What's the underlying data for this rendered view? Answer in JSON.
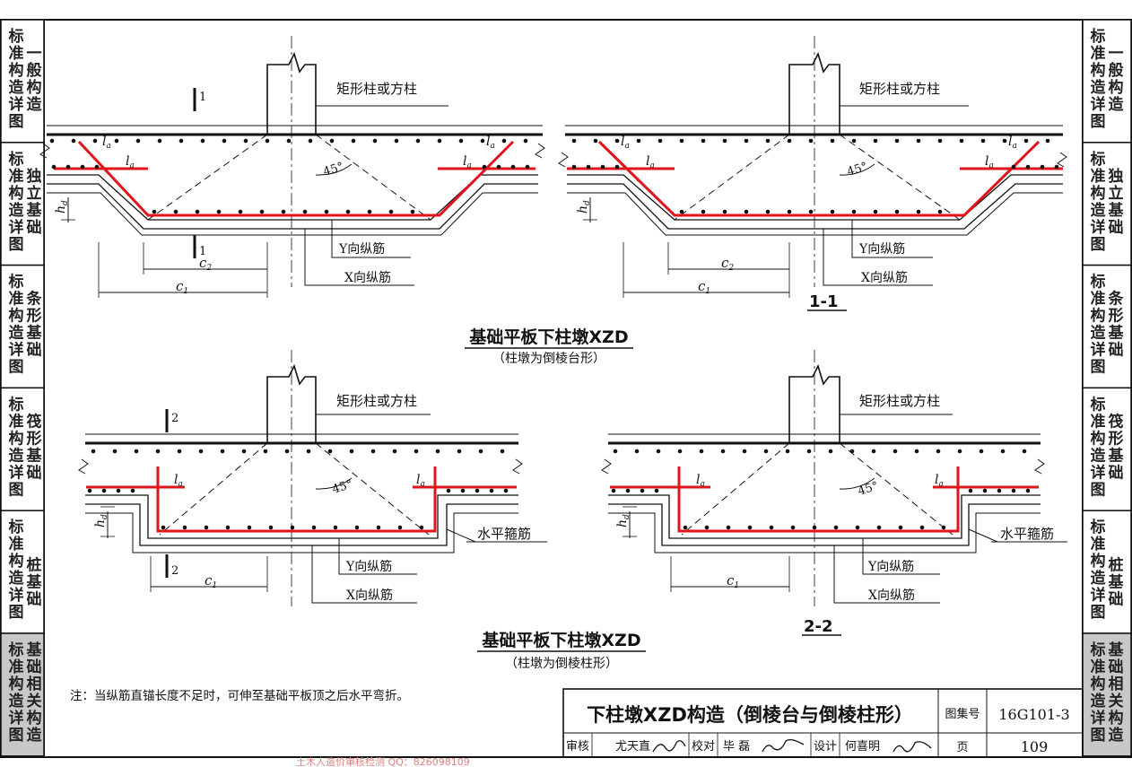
{
  "left_tabs": [
    {
      "id": "t1",
      "col_a": "标准构造详图",
      "col_b": "一般构造",
      "active": false
    },
    {
      "id": "t2",
      "col_a": "标准构造详图",
      "col_b": "独立基础",
      "active": false
    },
    {
      "id": "t3",
      "col_a": "标准构造详图",
      "col_b": "条形基础",
      "active": false
    },
    {
      "id": "t4",
      "col_a": "标准构造详图",
      "col_b": "筏形基础",
      "active": false
    },
    {
      "id": "t5",
      "col_a": "标准构造详图",
      "col_b": "桩基础",
      "active": false
    },
    {
      "id": "t6",
      "col_a": "标准构造详图",
      "col_b": "基础相关构造",
      "active": true
    }
  ],
  "right_tabs": [
    {
      "id": "r1",
      "col_a": "标准构造详图",
      "col_b": "一般构造",
      "active": false
    },
    {
      "id": "r2",
      "col_a": "标准构造详图",
      "col_b": "独立基础",
      "active": false
    },
    {
      "id": "r3",
      "col_a": "标准构造详图",
      "col_b": "条形基础",
      "active": false
    },
    {
      "id": "r4",
      "col_a": "标准构造详图",
      "col_b": "筏形基础",
      "active": false
    },
    {
      "id": "r5",
      "col_a": "标准构造详图",
      "col_b": "桩基础",
      "active": false
    },
    {
      "id": "r6",
      "col_a": "标准构造详图",
      "col_b": "基础相关构造",
      "active": true
    }
  ],
  "labels": {
    "column": "矩形柱或方柱",
    "y_bar": "Y向纵筋",
    "x_bar": "X向纵筋",
    "stirrup": "水平箍筋",
    "angle": "45°",
    "la": "l",
    "la_sub": "a",
    "hd": "h",
    "hd_sub": "d",
    "c1": "c",
    "c1_sub": "1",
    "c2": "c",
    "c2_sub": "2",
    "sec1": "1",
    "sec2": "2"
  },
  "top_section": {
    "title": "基础平板下柱墩XZD",
    "subtitle": "（柱墩为倒棱台形）",
    "section_tag": "1-1"
  },
  "bottom_section": {
    "title": "基础平板下柱墩XZD",
    "subtitle": "（柱墩为倒棱柱形）",
    "section_tag": "2-2"
  },
  "note": "注：当纵筋直锚长度不足时，可伸至基础平板顶之后水平弯折。",
  "title_block": {
    "drawing_title": "下柱墩XZD构造（倒棱台与倒棱柱形）",
    "atlas_label": "图集号",
    "atlas_no": "16G101-3",
    "page_label": "页",
    "page_no": "109",
    "review_label": "审核",
    "reviewer": "尤天直",
    "check_label": "校对",
    "checker": "毕 磊",
    "design_label": "设计",
    "designer": "何喜明"
  },
  "colors": {
    "rebar": "#e0141a",
    "line": "#111111",
    "tab_active": "#c8c8c8",
    "tab_bg": "#ffffff"
  },
  "footer_watermark": "土木人造价审核检测 QQ：826098109"
}
